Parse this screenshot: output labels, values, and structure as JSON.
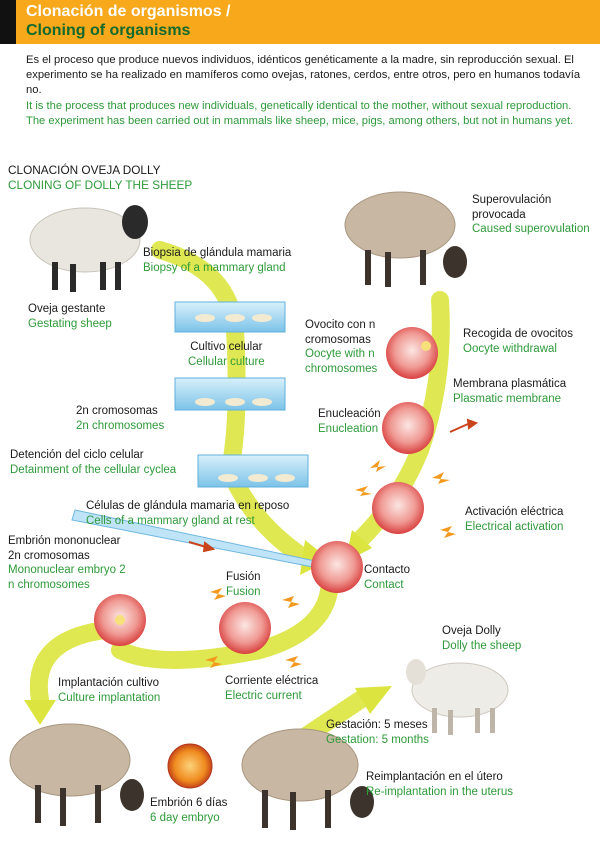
{
  "header": {
    "title_es": "Clonación de organismos /",
    "title_en": "Cloning of organisms",
    "bar_color": "#111111",
    "accent_color": "#f7a81b",
    "title_en_color": "#14692e"
  },
  "intro": {
    "es": "Es el proceso que produce nuevos individuos, idénticos genéticamente a la madre, sin reproducción sexual. El experimento se ha realizado en mamíferos como ovejas, ratones, cerdos, entre otros, pero en humanos todavía no.",
    "en": "It is the process that produces new individuals, genetically identical to the mother, without sexual reproduction. The experiment has been carried out in mammals like sheep, mice, pigs, among others, but not in humans yet."
  },
  "section": {
    "title_es": "CLONACIÓN OVEJA DOLLY",
    "title_en": "CLONING OF DOLLY THE SHEEP"
  },
  "labels": {
    "gestating_sheep": {
      "es": "Oveja gestante",
      "en": "Gestating sheep"
    },
    "biopsy": {
      "es": "Biopsia de glándula mamaria",
      "en": "Biopsy of a mammary gland"
    },
    "culture": {
      "es": "Cultivo celular",
      "en": "Cellular culture"
    },
    "chromosomes_2n": {
      "es": "2n cromosomas",
      "en": "2n chromosomes"
    },
    "cycle": {
      "es": "Detención del ciclo celular",
      "en": "Detainment of the cellular cyclea"
    },
    "gland_cells": {
      "es": "Células de glándula mamaria en reposo",
      "en": "Cells of a mammary gland at rest"
    },
    "embryo_mono": {
      "es1": "Embrión mononuclear",
      "es2": "2n cromosomas",
      "en1": "Mononuclear embryo 2",
      "en2": "n chromosomes"
    },
    "fusion": {
      "es": "Fusión",
      "en": "Fusion"
    },
    "current": {
      "es": "Corriente eléctrica",
      "en": "Electric current"
    },
    "implant": {
      "es": "Implantación cultivo",
      "en": "Culture implantation"
    },
    "embryo6": {
      "es": "Embrión 6 días",
      "en": "6 day embryo"
    },
    "superov": {
      "es1": "Superovulación",
      "es2": "provocada",
      "en": "Caused superovulation"
    },
    "oocyte": {
      "es1": "Ovocito con n",
      "es2": "cromosomas",
      "en1": "Oocyte with n",
      "en2": "chromosomes"
    },
    "withdrawal": {
      "es": "Recogida de ovocitos",
      "en": "Oocyte withdrawal"
    },
    "membrane": {
      "es": "Membrana plasmática",
      "en": "Plasmatic membrane"
    },
    "enucleation": {
      "es": "Enucleación",
      "en": "Enucleation"
    },
    "activation": {
      "es": "Activación eléctrica",
      "en": "Electrical activation"
    },
    "contact": {
      "es": "Contacto",
      "en": "Contact"
    },
    "dolly": {
      "es": "Oveja Dolly",
      "en": "Dolly the sheep"
    },
    "gestation": {
      "es": "Gestación: 5 meses",
      "en": "Gestation: 5 months"
    },
    "reimplant": {
      "es": "Reimplantación en el útero",
      "en": "Re-implantation in the uterus"
    }
  },
  "colors": {
    "spanish_text": "#1a1a1a",
    "english_text": "#2e9a3a",
    "arrow": "#d6e03a",
    "cell": "#e8585a",
    "spark": "#f39a1e",
    "dish": "#9fd3ef"
  }
}
